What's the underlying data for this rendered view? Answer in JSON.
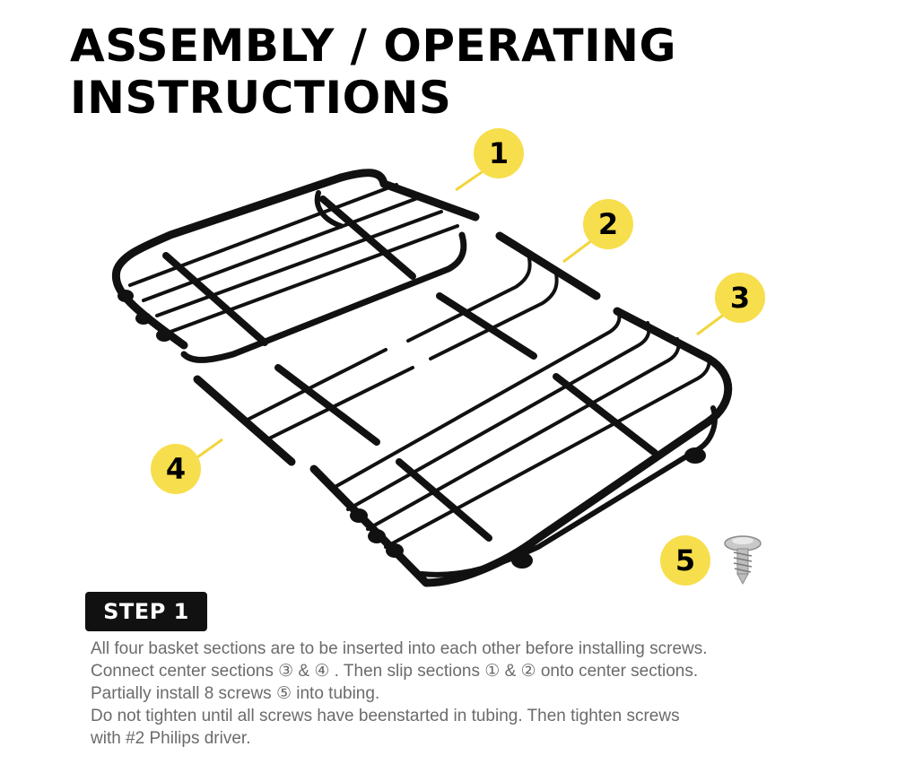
{
  "title": {
    "line1": "ASSEMBLY / OPERATING",
    "line2": "INSTRUCTIONS"
  },
  "callouts": {
    "c1": "1",
    "c2": "2",
    "c3": "3",
    "c4": "4",
    "c5": "5"
  },
  "step": {
    "label": "STEP 1",
    "lines": [
      "All four basket sections are to be inserted into each other before installing screws.",
      "Connect center sections ③ & ④ . Then slip sections ① & ② onto center sections.",
      "Partially install 8 screws ⑤ into tubing.",
      "Do not tighten until all screws have beenstarted in tubing. Then tighten screws",
      "with #2 Philips driver."
    ]
  },
  "colors": {
    "callout_fill": "#f7de4c",
    "leader_line": "#f2d53c",
    "badge_bg": "#111111",
    "body_text": "#6b6b6b"
  }
}
